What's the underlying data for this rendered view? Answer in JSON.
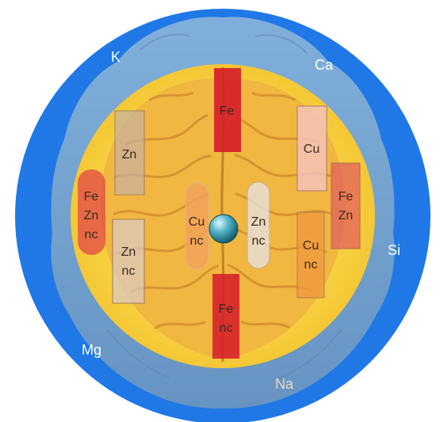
{
  "diagram": {
    "outer_elements": [
      "K",
      "Ca",
      "Si",
      "Na",
      "Mg"
    ],
    "regions": [
      {
        "id": "region-top-center",
        "lines": [
          "Fe"
        ],
        "color": "#d61f2a"
      },
      {
        "id": "region-left-upper",
        "lines": [
          "Zn"
        ],
        "color": "#c7b1a6"
      },
      {
        "id": "region-left-pill",
        "lines": [
          "Fe",
          "Zn",
          "nc"
        ],
        "color": "#e14848"
      },
      {
        "id": "region-left-lower",
        "lines": [
          "Zn",
          "nc"
        ],
        "color": "#dacbc5"
      },
      {
        "id": "region-center-left-pill",
        "lines": [
          "Cu",
          "nc"
        ],
        "color": "#f2a35a"
      },
      {
        "id": "region-center-right-pill",
        "lines": [
          "Zn",
          "nc"
        ],
        "color": "#e8e1dd"
      },
      {
        "id": "region-bottom-center",
        "lines": [
          "Fe",
          "nc"
        ],
        "color": "#d61f2a"
      },
      {
        "id": "region-right-upper",
        "lines": [
          "Cu"
        ],
        "color": "#f5c2bd"
      },
      {
        "id": "region-right-middle",
        "lines": [
          "Fe",
          "Zn"
        ],
        "color": "#e35d5d"
      },
      {
        "id": "region-right-lower",
        "lines": [
          "Cu",
          "nc"
        ],
        "color": "#f09a3e"
      }
    ],
    "colors": {
      "outer_ring": "#1f78e6",
      "inner_field": "#f8cf3a",
      "brain_gray": "#7ea5cd",
      "brain_cortex": "#f0b541",
      "center_sphere": "#2d8fa6"
    }
  }
}
